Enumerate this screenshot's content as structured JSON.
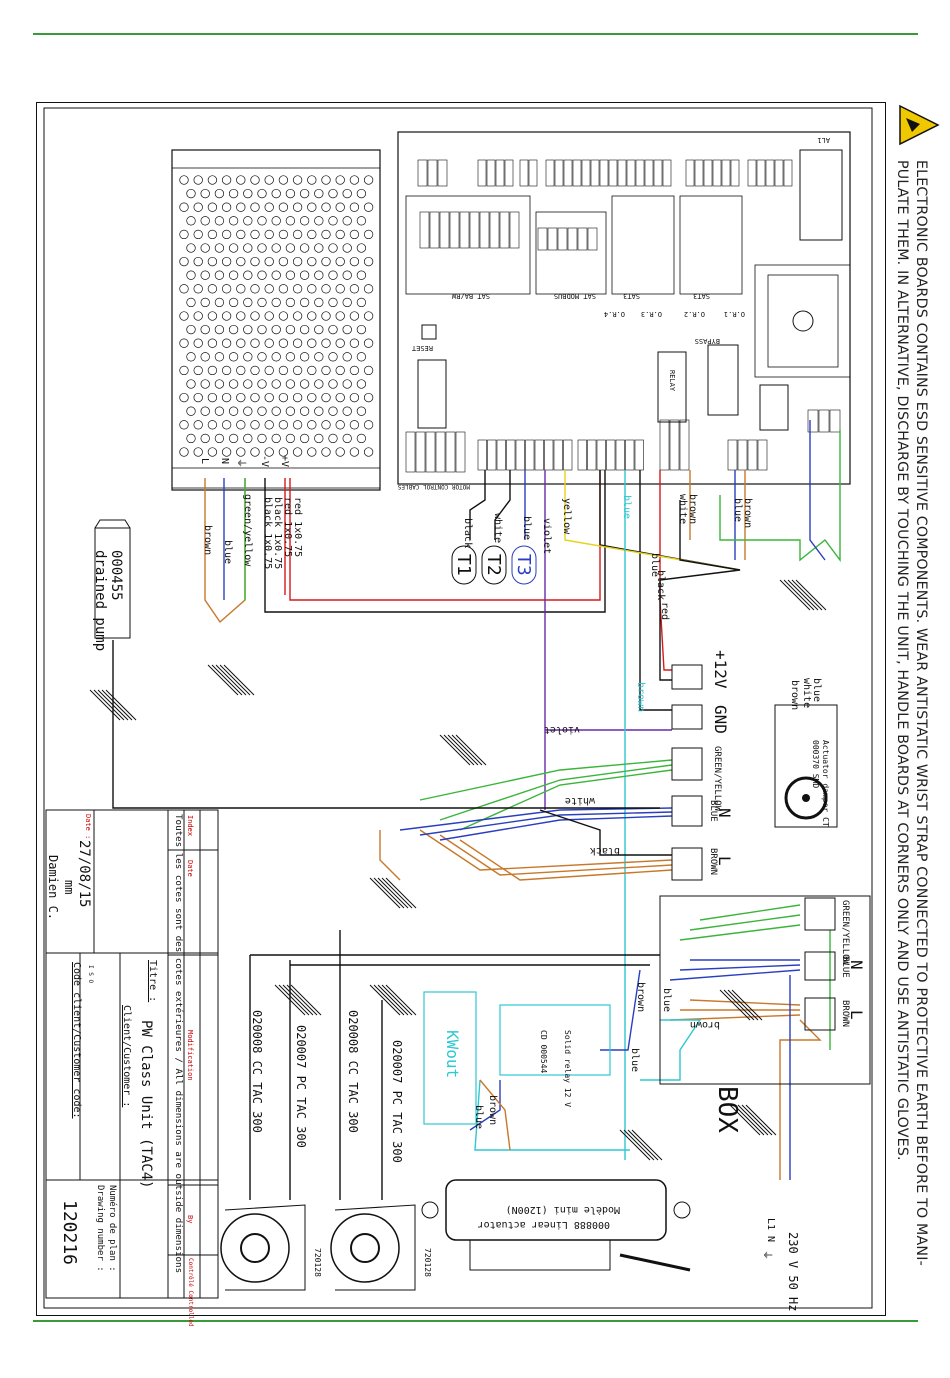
{
  "warning": {
    "text": "ELECTRONIC BOARDS CONTAINS ESD SENSITIVE COMPONENTS. WEAR ANTISTATIC WRIST STRAP CONNECTED TO PROTECTIVE EARTH BEFORE TO MANI- PULATE THEM. IN ALTERNATIVE, DISCHARGE BY TOUCHING THE UNIT, HANDLE BOARDS AT CORNERS ONLY AND USE ANTISTATIC GLOVES."
  },
  "components": {
    "drain_pump_code": "000455",
    "drain_pump_label": "drained pump",
    "t1": "T1",
    "t2": "T2",
    "t3": "T3",
    "kwout": "KWout",
    "box": "BOX",
    "actuator_damper": "Actuator damper CT",
    "actuator_damper_code": "000370 SMD",
    "linear_actuator": "000888 Linear actuator",
    "linear_actuator_model": "Modèle mini (1200N)",
    "solid_relay": "Solid relay 12 V",
    "solid_relay_code": "CD 000544",
    "fan1_code": "720128",
    "fan2_code": "720128",
    "fan_labels": [
      "020007 PC TAC 300",
      "020008 CC TAC 300",
      "020007 PC TAC 300",
      "020008 CC TAC 300"
    ],
    "supply": "230 V 50 Hz",
    "supply_terms": [
      "L1",
      "N",
      "⏚"
    ]
  },
  "terminals": {
    "plus12": "+12V",
    "gnd": "GND",
    "green_yellow": "GREEN/YELLOW",
    "blue": "BLUE",
    "brown": "BROWN",
    "n": "N",
    "l": "L",
    "psu_terms": [
      "L",
      "N",
      "⏚",
      "-V",
      "+V"
    ]
  },
  "wires": {
    "brown": "brown",
    "blue": "blue",
    "green_yellow": "green/yellow",
    "black": "black",
    "red": "red",
    "white": "white",
    "violet": "violet",
    "yellow": "yellow",
    "black_size": "black 1x0.75",
    "red_size": "red 1x0.75",
    "red2": "red 1x0.75",
    "black2": "black 1x0.75"
  },
  "board": {
    "labels": [
      "SAT BA/RW",
      "SAT MODBUS",
      "SAT3",
      "SAT3",
      "O.R.1",
      "O.R.2",
      "O.R.3",
      "O.R.4",
      "RELAY",
      "BYPASS",
      "RESET",
      "MOTOR CONTROL CABLES",
      "AL1"
    ]
  },
  "titleblock": {
    "date_label": "Date :",
    "date": "27/08/15",
    "unit": "mm",
    "drawn_by": "Damien C.",
    "iso": "I S O",
    "client_label": "Client/Customer :",
    "code_label": "Code client/Customer code:",
    "titre_label": "Titre :",
    "title": "PW Class Unit (TAC4)",
    "drawing_number_label": "Numéro de plan : Drawing number :",
    "drawing_number": "120216",
    "note": "Toutes les cotes sont des cotes extérieures / All dimensions are outside dimensions",
    "cols": [
      "Index",
      "Date",
      "Modification",
      "By",
      "Contrôlé Controlled"
    ]
  },
  "colors": {
    "accent_rule": "#3a9a3a",
    "wire_brown": "#c8782a",
    "wire_blue": "#2a3fbf",
    "wire_green": "#3ab53a",
    "wire_red": "#d61a1a",
    "wire_cyan": "#2ec8d0",
    "wire_violet": "#6a2aa8",
    "wire_yellow": "#e6d21a"
  }
}
